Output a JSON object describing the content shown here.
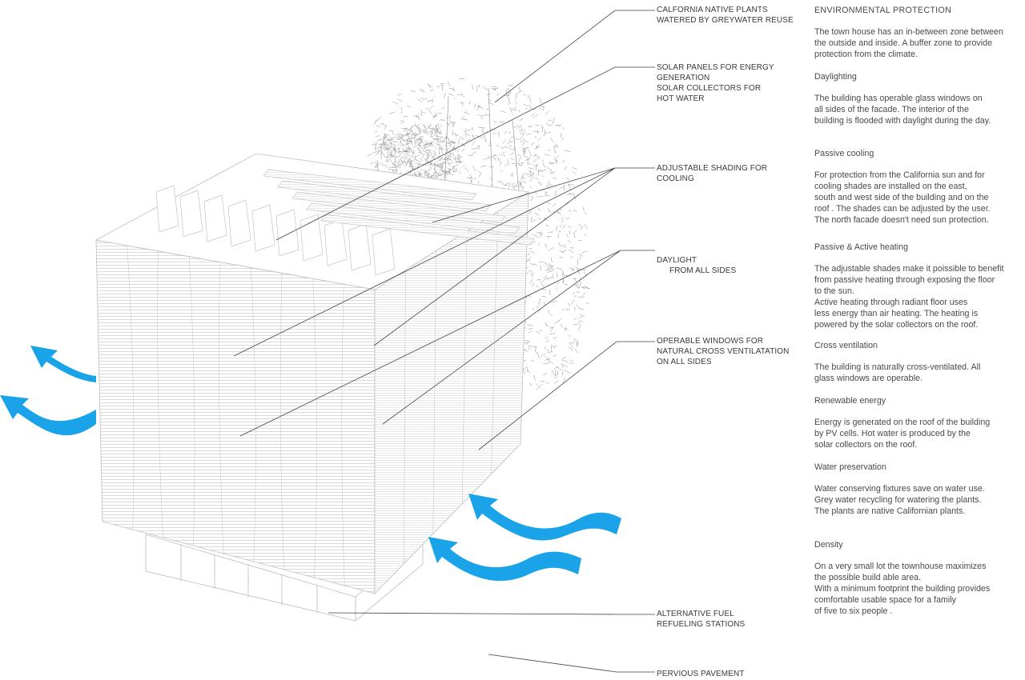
{
  "callouts": {
    "california_plants": "CALFORNIA NATIVE PLANTS\nWATERED BY GREYWATER REUSE",
    "solar_panels": "SOLAR PANELS FOR ENERGY\nGENERATION\nSOLAR COLLECTORS FOR\nHOT WATER",
    "adjustable_shading": "ADJUSTABLE SHADING FOR\n COOLING",
    "daylight": "DAYLIGHT",
    "daylight_sides": "FROM  ALL SIDES",
    "operable_windows": "OPERABLE  WINDOWS FOR\nNATURAL CROSS  VENTILATATION\nON ALL SIDES",
    "alternative_fuel": "ALTERNATIVE FUEL\nREFUELING STATIONS",
    "pervious_pavement": "PERVIOUS PAVEMENT"
  },
  "panel": {
    "heading": "ENVIRONMENTAL PROTECTION",
    "intro": "The town house has an in-between zone between\nthe outside and inside. A buffer zone to provide\nprotection from the climate.",
    "sections": [
      {
        "title": "Daylighting",
        "body": "The building has operable glass windows on\nall sides of the facade. The interior of the\nbuilding is flooded with daylight during the day."
      },
      {
        "title": "Passive cooling",
        "body": "For protection from the California sun and for\ncooling shades are installed on the east,\nsouth and west side of the building and on the\nroof . The shades can be adjusted by the user.\nThe north facade doesn't need  sun protection."
      },
      {
        "title": "Passive & Active heating",
        "body": "The adjustable shades make it poissible to benefit\nfrom passive heating through exposing the floor\nto the sun.\nActive heating through radiant floor uses\nless energy than air heating. The heating is\npowered by the solar collectors on the roof."
      },
      {
        "title": "Cross ventilation",
        "body": "The building is naturally cross-ventilated. All\nglass windows are operable."
      },
      {
        "title": "Renewable energy",
        "body": "Energy is generated on the roof of the building\nby PV cells. Hot water is produced by the\nsolar collectors on the roof."
      },
      {
        "title": "Water preservation",
        "body": "Water conserving fixtures save on water use.\nGrey water recycling  for watering the plants.\nThe plants are native Californian plants."
      },
      {
        "title": "Density",
        "body": "On a very small lot the townhouse maximizes\nthe possible build able area.\nWith a minimum footprint the building provides\ncomfortable usable space for a family\nof five to six people ."
      }
    ]
  },
  "colors": {
    "airflow": "#1aa3e8",
    "line": "#3a3a3a",
    "facade": "#bdbdbd"
  },
  "icons": {
    "airflow": "airflow-arrow-icon",
    "vegetation": "tree-canopy-icon"
  }
}
